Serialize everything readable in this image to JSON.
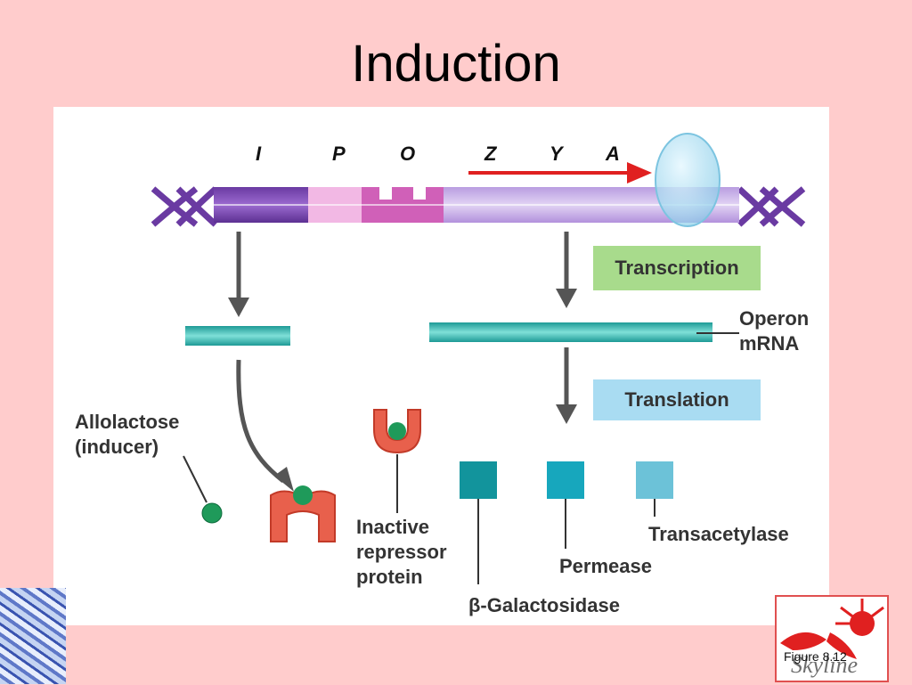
{
  "slide": {
    "title": "Induction"
  },
  "genes": [
    "I",
    "P",
    "O",
    "Z",
    "Y",
    "A"
  ],
  "steps": {
    "transcription": "Transcription",
    "translation": "Translation"
  },
  "labels": {
    "operon_mrna": "Operon\nmRNA",
    "allolactose": "Allolactose\n(inducer)",
    "inactive_repressor": "Inactive\nrepressor\nprotein",
    "beta_galactosidase": "β-Galactosidase",
    "permease": "Permease",
    "transacetylase": "Transacetylase"
  },
  "footer": {
    "figure_ref": "Figure 8.12",
    "logo_text": "Skyline"
  },
  "colors": {
    "background": "#ffcccc",
    "transcription_box": "#a8db8c",
    "translation_box": "#a9dcf2",
    "mrna": "#3bb6b0",
    "repressor": "#e8604c",
    "inducer": "#1f9a5a"
  }
}
